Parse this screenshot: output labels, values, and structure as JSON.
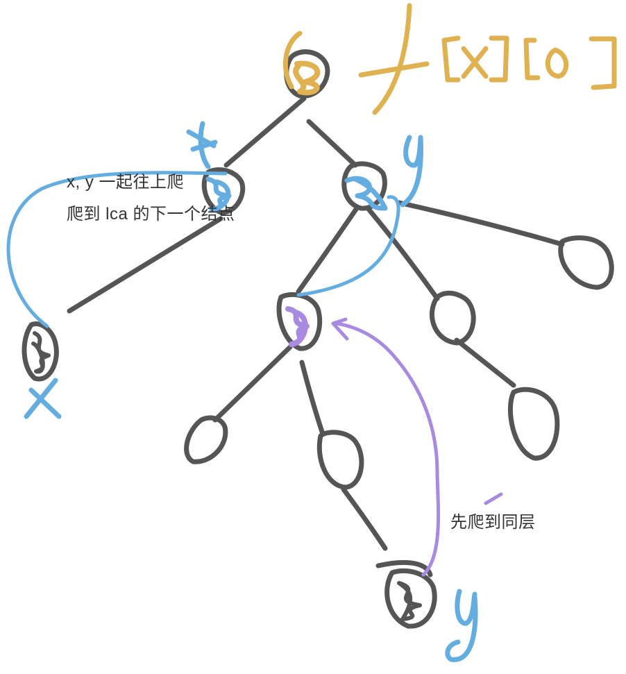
{
  "annotations": {
    "climb_together": "x, y 一起往上爬",
    "climb_to_child_of_lca": "爬到 lca 的下一个结点",
    "climb_to_same_level": "先爬到同层"
  },
  "labels": {
    "root_formula": "f[x][0]",
    "x_mark": "x",
    "y_mark": "y"
  },
  "colors": {
    "tree": "#555555",
    "root": "#dfb150",
    "climb_together": "#64ade0",
    "climb_same_level": "#a88ae0"
  }
}
